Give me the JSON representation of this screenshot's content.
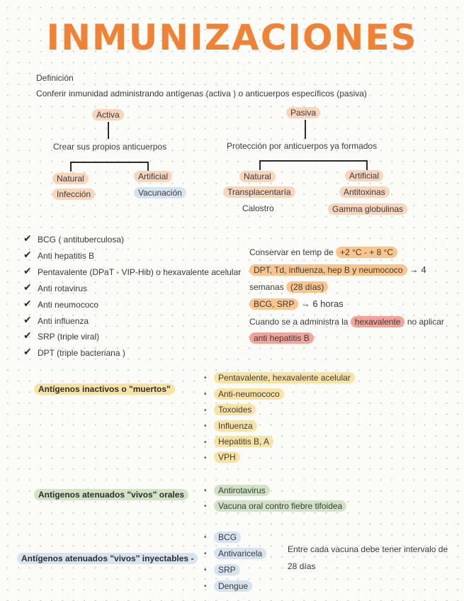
{
  "title": "INMUNIZACIONES",
  "definition": {
    "label": "Definición",
    "text": "Conferir inmunidad administrando antígenas (activa ) o anticuerpos específicos (pasiva)"
  },
  "tree": {
    "active": {
      "label": "Activa",
      "description": "Crear sus propios anticuerpos",
      "left": {
        "label": "Natural",
        "sub": "Infección"
      },
      "right": {
        "label": "Artificial",
        "sub": "Vacunación"
      }
    },
    "passive": {
      "label": "Pasiva",
      "description": "Protección  por anticuerpos ya formados",
      "left": {
        "label": "Natural",
        "sub1": "Transplacentaría",
        "sub2": "Calostro"
      },
      "right": {
        "label": "Artificial",
        "sub1": "Antitoxinas",
        "sub2": "Gamma globulinas"
      }
    }
  },
  "checklist": [
    "BCG ( antituberculosa)",
    "Anti hepatitis B",
    "Pentavalente (DPaT - VIP-Hib) o hexavalente acelular",
    "Anti rotavirus",
    "Anti neumococo",
    "Anti influenza",
    "SRP (triple viral)",
    "DPT (triple bacteriana )"
  ],
  "conservation": {
    "prefix": "Conservar en temp de",
    "temp": "+2 °C - + 8 °C",
    "line2_hl": "DPT, Td, influenza, hep B y neumococo",
    "line2_rest": "→ 4",
    "line3_prefix": "semanas",
    "line3_hl": "(28 días)",
    "line4_hl": "BCG, SRP",
    "line4_rest": "→ 6 horas",
    "line5_prefix": "Cuando se a administra la",
    "line5_hl": "hexavalente",
    "line5_rest": "no aplicar",
    "line6_hl": "anti hepatitis B"
  },
  "inactive": {
    "label": "Antígenos inactivos o \"muertos\"",
    "items": [
      "Pentavalente, hexavalente acelular",
      "Anti-neumococo",
      "Toxoides",
      "Influenza",
      "Hepatitis B, A",
      "VPH"
    ]
  },
  "oral": {
    "label": "Antigenos atenuados \"vivos\" orales",
    "items": [
      "Antirotavirus",
      "Vacuna oral contro fiebre tifoidea"
    ]
  },
  "injectable": {
    "label": "Antígenos atenuados \"vivos\" inyectables -",
    "items": [
      "BCG",
      "Antivaricela",
      "SRP",
      "Dengue"
    ],
    "note_line1": "Entre cada vacuna debe tener intervalo de",
    "note_line2": "28 días"
  },
  "colors": {
    "title": "#f08236",
    "peach": "#f8d5bd",
    "orange": "#f9c58c",
    "yellow": "#f8e3a6",
    "red": "#f3a49a",
    "green": "#d2e2c5",
    "blue": "#d7e3ee"
  }
}
